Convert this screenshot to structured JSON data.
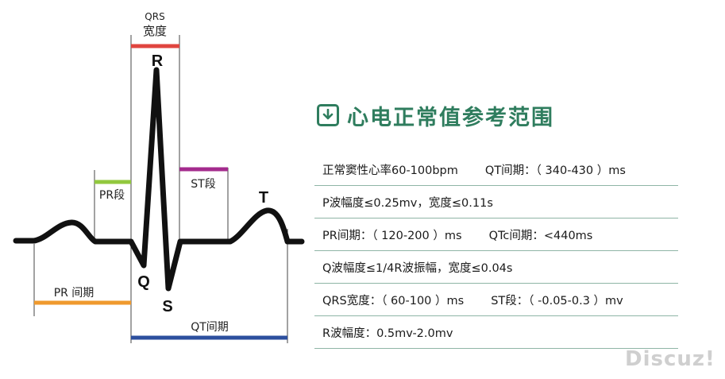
{
  "diagram": {
    "wave_labels": {
      "p_hidden": "",
      "r": "R",
      "q": "Q",
      "s": "S",
      "t": "T"
    },
    "qrs_width_label_line1": "QRS",
    "qrs_width_label_line2": "宽度",
    "pr_segment_label": "PR段",
    "st_segment_label": "ST段",
    "pr_interval_label": "PR 间期",
    "qt_interval_label": "QT间期",
    "colors": {
      "qrs_bar": "#e0453f",
      "pr_segment_bar": "#92c83e",
      "st_segment_bar": "#a42b8d",
      "pr_interval_bar": "#ef9a2e",
      "qt_interval_bar": "#2c4f9e",
      "trace": "#111111"
    }
  },
  "panel": {
    "title": "心电正常值参考范围",
    "icon": "download-arrow-icon",
    "accent_color": "#2f7d5e",
    "rows": [
      [
        "正常窦性心率60-100bpm",
        "QT间期：（ 340-430 ）ms"
      ],
      [
        "P波幅度≤0.25mv，宽度≤0.11s"
      ],
      [
        "PR间期：（ 120-200 ）ms",
        "QTc间期：<440ms"
      ],
      [
        "Q波幅度≤1/4R波振幅，宽度≤0.04s"
      ],
      [
        "QRS宽度：（ 60-100 ）ms",
        "ST段：（ -0.05-0.3 ）mv"
      ],
      [
        "R波幅度：0.5mv-2.0mv"
      ]
    ]
  },
  "watermark": "Discuz!"
}
